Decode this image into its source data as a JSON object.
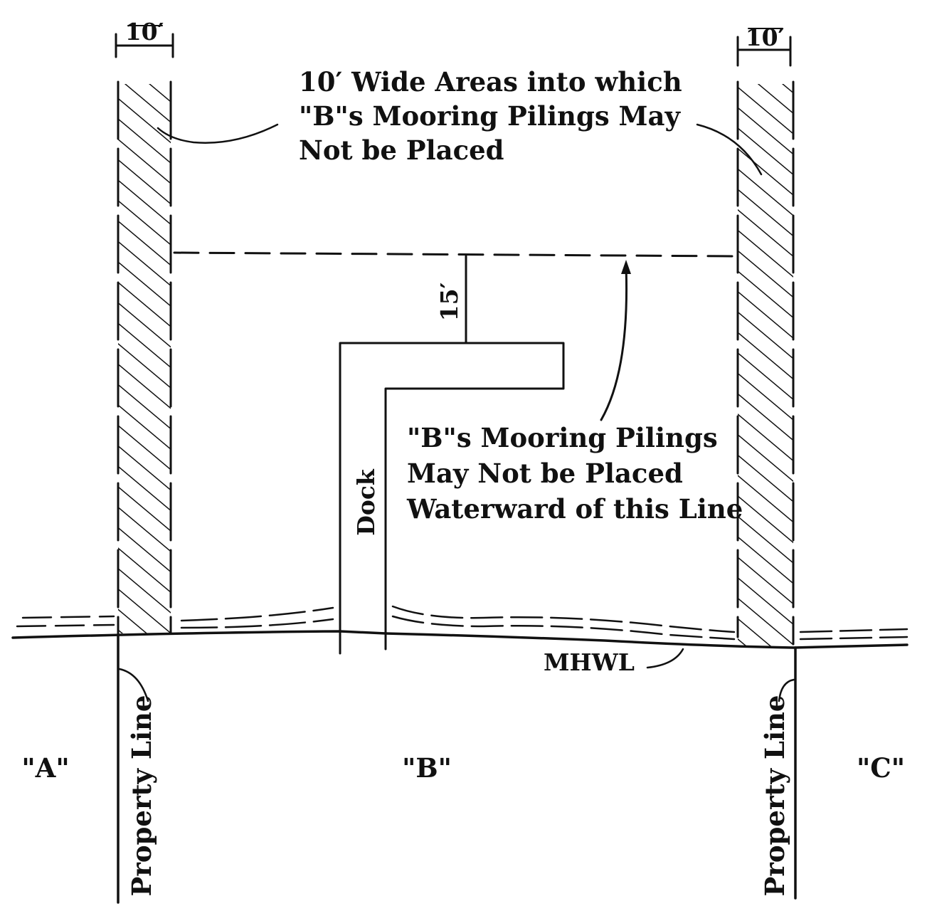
{
  "dims": {
    "left_width": "10′",
    "right_width": "10′",
    "setback": "15′"
  },
  "labels": {
    "no_piling_areas": [
      "10′ Wide Areas into which",
      "\"B\"s Mooring Pilings May",
      "Not be Placed"
    ],
    "waterward_limit": [
      "\"B\"s Mooring Pilings",
      "May  Not be Placed",
      "Waterward of this Line"
    ],
    "dock": "Dock",
    "mhwl": "MHWL",
    "property_line_left": "Property Line",
    "property_line_right": "Property Line",
    "parcel_a": "\"A\"",
    "parcel_b": "\"B\"",
    "parcel_c": "\"C\""
  },
  "colors": {
    "ink": "#111111",
    "paper": "#ffffff"
  }
}
